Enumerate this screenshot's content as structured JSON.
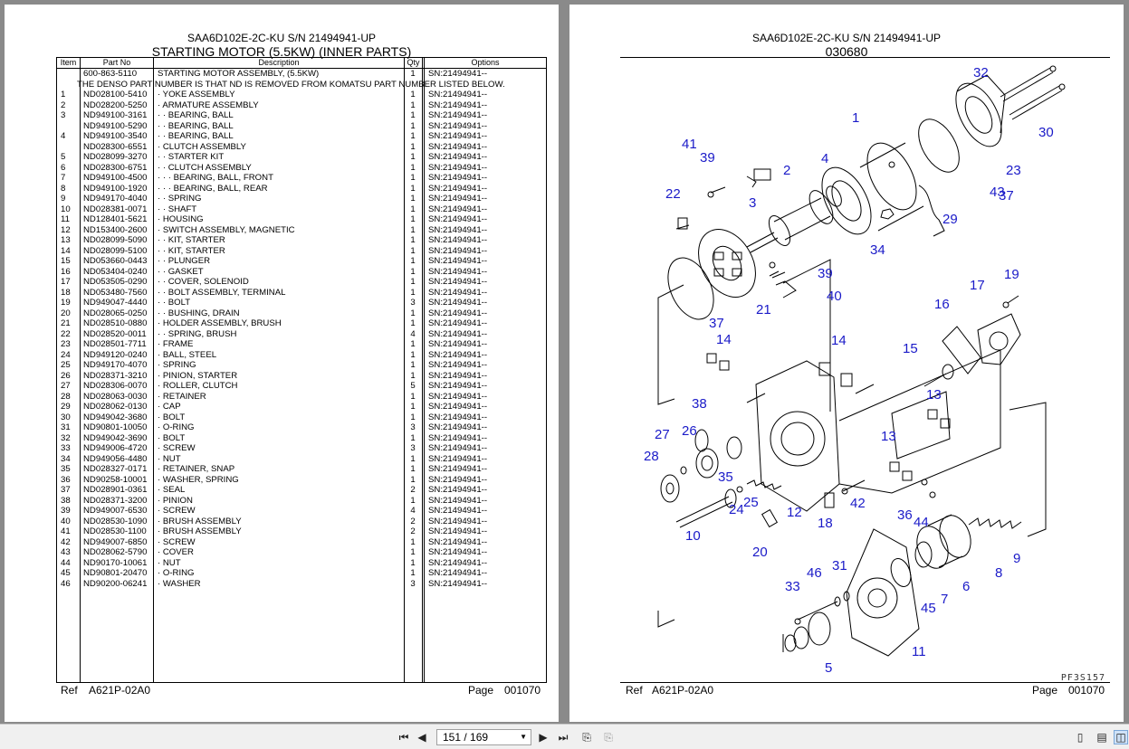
{
  "left_page": {
    "title": "SAA6D102E-2C-KU S/N 21494941-UP",
    "subtitle": "STARTING MOTOR (5.5KW) (INNER PARTS)",
    "columns": {
      "item": "Item",
      "part_no": "Part No",
      "description": "Description",
      "qty": "Qty",
      "options": "Options"
    },
    "note": "THE DENSO PART NUMBER IS THAT ND IS REMOVED FROM KOMATSU PART NUMBER LISTED BELOW.",
    "rows": [
      {
        "item": "",
        "part": "600-863-5110",
        "desc": "STARTING MOTOR ASSEMBLY, (5.5KW)",
        "qty": "1",
        "opt": "SN:21494941--"
      },
      {
        "item": "1",
        "part": "ND028100-5410",
        "desc": "· YOKE ASSEMBLY",
        "qty": "1",
        "opt": "SN:21494941--"
      },
      {
        "item": "2",
        "part": "ND028200-5250",
        "desc": "· ARMATURE ASSEMBLY",
        "qty": "1",
        "opt": "SN:21494941--"
      },
      {
        "item": "3",
        "part": "ND949100-3161",
        "desc": "· · BEARING, BALL",
        "qty": "1",
        "opt": "SN:21494941--"
      },
      {
        "item": "",
        "part": "ND949100-5290",
        "desc": "· · BEARING, BALL",
        "qty": "1",
        "opt": "SN:21494941--"
      },
      {
        "item": "4",
        "part": "ND949100-3540",
        "desc": "· · BEARING, BALL",
        "qty": "1",
        "opt": "SN:21494941--"
      },
      {
        "item": "",
        "part": "ND028300-6551",
        "desc": "· CLUTCH ASSEMBLY",
        "qty": "1",
        "opt": "SN:21494941--"
      },
      {
        "item": "5",
        "part": "ND028099-3270",
        "desc": "· · STARTER KIT",
        "qty": "1",
        "opt": "SN:21494941--"
      },
      {
        "item": "6",
        "part": "ND028300-6751",
        "desc": "· · CLUTCH ASSEMBLY",
        "qty": "1",
        "opt": "SN:21494941--"
      },
      {
        "item": "7",
        "part": "ND949100-4500",
        "desc": "· · · BEARING, BALL, FRONT",
        "qty": "1",
        "opt": "SN:21494941--"
      },
      {
        "item": "8",
        "part": "ND949100-1920",
        "desc": "· · · BEARING, BALL, REAR",
        "qty": "1",
        "opt": "SN:21494941--"
      },
      {
        "item": "9",
        "part": "ND949170-4040",
        "desc": "· · SPRING",
        "qty": "1",
        "opt": "SN:21494941--"
      },
      {
        "item": "10",
        "part": "ND028381-0071",
        "desc": "· · SHAFT",
        "qty": "1",
        "opt": "SN:21494941--"
      },
      {
        "item": "11",
        "part": "ND128401-5621",
        "desc": "· HOUSING",
        "qty": "1",
        "opt": "SN:21494941--"
      },
      {
        "item": "12",
        "part": "ND153400-2600",
        "desc": "· SWITCH ASSEMBLY, MAGNETIC",
        "qty": "1",
        "opt": "SN:21494941--"
      },
      {
        "item": "13",
        "part": "ND028099-5090",
        "desc": "· · KIT, STARTER",
        "qty": "1",
        "opt": "SN:21494941--"
      },
      {
        "item": "14",
        "part": "ND028099-5100",
        "desc": "· · KIT, STARTER",
        "qty": "1",
        "opt": "SN:21494941--"
      },
      {
        "item": "15",
        "part": "ND053660-0443",
        "desc": "· · PLUNGER",
        "qty": "1",
        "opt": "SN:21494941--"
      },
      {
        "item": "16",
        "part": "ND053404-0240",
        "desc": "· · GASKET",
        "qty": "1",
        "opt": "SN:21494941--"
      },
      {
        "item": "17",
        "part": "ND053505-0290",
        "desc": "· · COVER, SOLENOID",
        "qty": "1",
        "opt": "SN:21494941--"
      },
      {
        "item": "18",
        "part": "ND053480-7560",
        "desc": "· · BOLT ASSEMBLY, TERMINAL",
        "qty": "1",
        "opt": "SN:21494941--"
      },
      {
        "item": "19",
        "part": "ND949047-4440",
        "desc": "· · BOLT",
        "qty": "3",
        "opt": "SN:21494941--"
      },
      {
        "item": "20",
        "part": "ND028065-0250",
        "desc": "· · BUSHING, DRAIN",
        "qty": "1",
        "opt": "SN:21494941--"
      },
      {
        "item": "21",
        "part": "ND028510-0880",
        "desc": "· HOLDER ASSEMBLY, BRUSH",
        "qty": "1",
        "opt": "SN:21494941--"
      },
      {
        "item": "22",
        "part": "ND028520-0011",
        "desc": "· · SPRING, BRUSH",
        "qty": "4",
        "opt": "SN:21494941--"
      },
      {
        "item": "23",
        "part": "ND028501-7711",
        "desc": "· FRAME",
        "qty": "1",
        "opt": "SN:21494941--"
      },
      {
        "item": "24",
        "part": "ND949120-0240",
        "desc": "· BALL, STEEL",
        "qty": "1",
        "opt": "SN:21494941--"
      },
      {
        "item": "25",
        "part": "ND949170-4070",
        "desc": "· SPRING",
        "qty": "1",
        "opt": "SN:21494941--"
      },
      {
        "item": "26",
        "part": "ND028371-3210",
        "desc": "· PINION, STARTER",
        "qty": "1",
        "opt": "SN:21494941--"
      },
      {
        "item": "27",
        "part": "ND028306-0070",
        "desc": "· ROLLER, CLUTCH",
        "qty": "5",
        "opt": "SN:21494941--"
      },
      {
        "item": "28",
        "part": "ND028063-0030",
        "desc": "· RETAINER",
        "qty": "1",
        "opt": "SN:21494941--"
      },
      {
        "item": "29",
        "part": "ND028062-0130",
        "desc": "· CAP",
        "qty": "1",
        "opt": "SN:21494941--"
      },
      {
        "item": "30",
        "part": "ND949042-3680",
        "desc": "· BOLT",
        "qty": "1",
        "opt": "SN:21494941--"
      },
      {
        "item": "31",
        "part": "ND90801-10050",
        "desc": "· O-RING",
        "qty": "3",
        "opt": "SN:21494941--"
      },
      {
        "item": "32",
        "part": "ND949042-3690",
        "desc": "· BOLT",
        "qty": "1",
        "opt": "SN:21494941--"
      },
      {
        "item": "33",
        "part": "ND949006-4720",
        "desc": "· SCREW",
        "qty": "3",
        "opt": "SN:21494941--"
      },
      {
        "item": "34",
        "part": "ND949056-4480",
        "desc": "· NUT",
        "qty": "1",
        "opt": "SN:21494941--"
      },
      {
        "item": "35",
        "part": "ND028327-0171",
        "desc": "· RETAINER, SNAP",
        "qty": "1",
        "opt": "SN:21494941--"
      },
      {
        "item": "36",
        "part": "ND90258-10001",
        "desc": "· WASHER, SPRING",
        "qty": "1",
        "opt": "SN:21494941--"
      },
      {
        "item": "37",
        "part": "ND028901-0361",
        "desc": "· SEAL",
        "qty": "2",
        "opt": "SN:21494941--"
      },
      {
        "item": "38",
        "part": "ND028371-3200",
        "desc": "· PINION",
        "qty": "1",
        "opt": "SN:21494941--"
      },
      {
        "item": "39",
        "part": "ND949007-6530",
        "desc": "· SCREW",
        "qty": "4",
        "opt": "SN:21494941--"
      },
      {
        "item": "40",
        "part": "ND028530-1090",
        "desc": "· BRUSH ASSEMBLY",
        "qty": "2",
        "opt": "SN:21494941--"
      },
      {
        "item": "41",
        "part": "ND028530-1100",
        "desc": "· BRUSH ASSEMBLY",
        "qty": "2",
        "opt": "SN:21494941--"
      },
      {
        "item": "42",
        "part": "ND949007-6850",
        "desc": "· SCREW",
        "qty": "1",
        "opt": "SN:21494941--"
      },
      {
        "item": "43",
        "part": "ND028062-5790",
        "desc": "· COVER",
        "qty": "1",
        "opt": "SN:21494941--"
      },
      {
        "item": "44",
        "part": "ND90170-10061",
        "desc": "· NUT",
        "qty": "1",
        "opt": "SN:21494941--"
      },
      {
        "item": "45",
        "part": "ND90801-20470",
        "desc": "· O-RING",
        "qty": "1",
        "opt": "SN:21494941--"
      },
      {
        "item": "46",
        "part": "ND90200-06241",
        "desc": "· WASHER",
        "qty": "3",
        "opt": "SN:21494941--"
      }
    ],
    "footer": {
      "ref_label": "Ref",
      "ref_value": "A621P-02A0",
      "page_label": "Page",
      "page_value": "001070"
    }
  },
  "right_page": {
    "title": "SAA6D102E-2C-KU S/N 21494941-UP",
    "subtitle": "030680",
    "drawing_code": "PF3S157",
    "callouts": [
      "32",
      "30",
      "1",
      "23",
      "43",
      "37",
      "41",
      "39",
      "2",
      "4",
      "29",
      "22",
      "3",
      "34",
      "39",
      "40",
      "21",
      "37",
      "19",
      "17",
      "16",
      "14",
      "14",
      "15",
      "13",
      "38",
      "26",
      "27",
      "28",
      "35",
      "13",
      "25",
      "24",
      "12",
      "42",
      "18",
      "36",
      "44",
      "9",
      "10",
      "20",
      "8",
      "6",
      "7",
      "45",
      "46",
      "31",
      "33",
      "11",
      "5"
    ],
    "footer": {
      "ref_label": "Ref",
      "ref_value": "A621P-02A0",
      "page_label": "Page",
      "page_value": "001070"
    }
  },
  "toolbar": {
    "page_indicator": "151 / 169",
    "icons": [
      "first-page-icon",
      "prev-page-icon",
      "next-page-icon",
      "last-page-icon",
      "go-back-icon",
      "go-forward-icon",
      "single-page-icon",
      "continuous-icon",
      "two-page-icon"
    ]
  }
}
